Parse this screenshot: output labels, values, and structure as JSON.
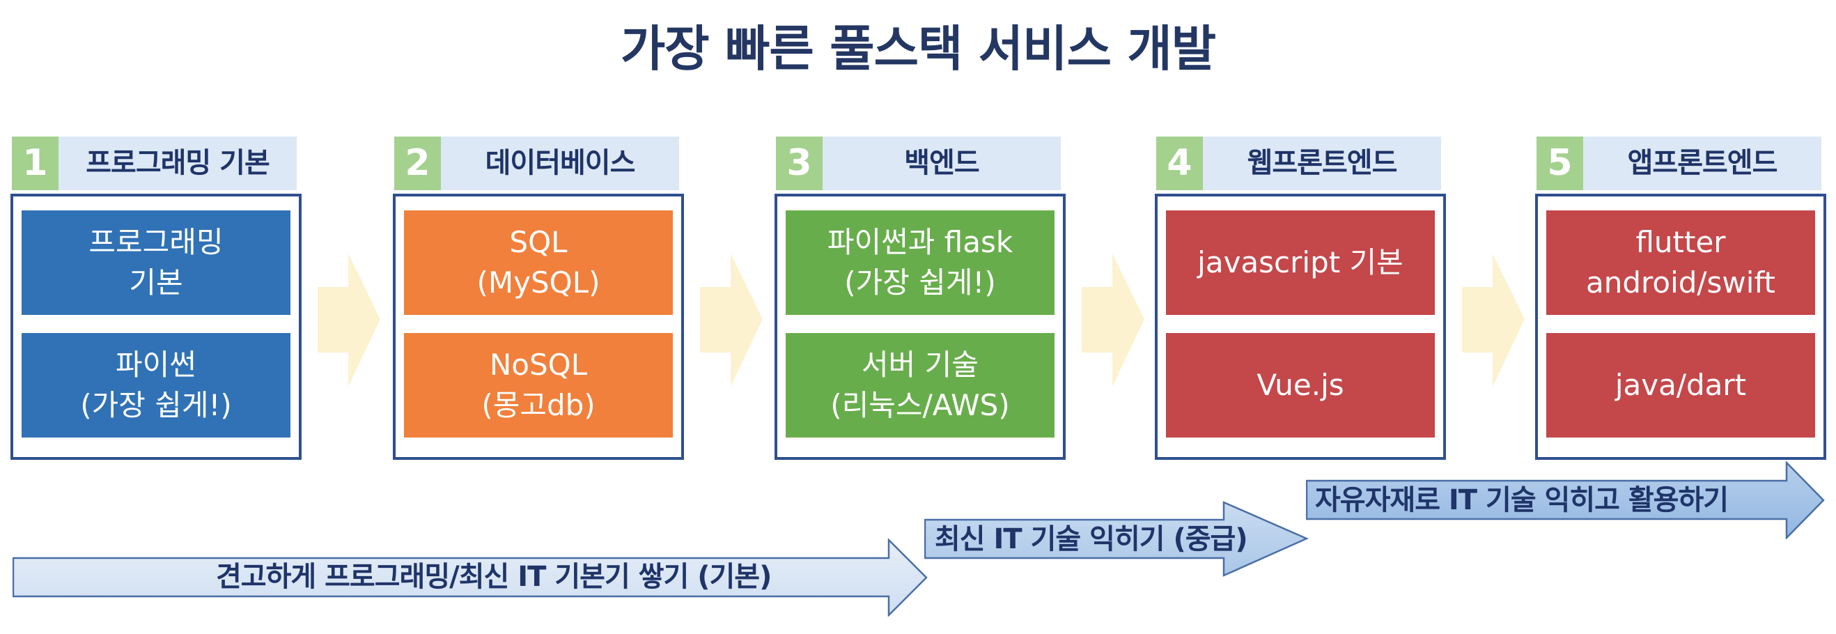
{
  "title": "가장 빠른 풀스택 서비스 개발",
  "colors": {
    "title": "#243763",
    "header_bg": "#dce8f5",
    "number_bg": "#a4d18e",
    "frame_border": "#2f4f8f",
    "step_arrow": "#fdf2cf",
    "progress_arrow_light": "#dbe7f5",
    "progress_arrow_mid": "#b7d0ec",
    "progress_arrow_dark": "#9dbfe6",
    "progress_arrow_border": "#4a6fa5"
  },
  "columns": [
    {
      "number": "1",
      "label": "프로그래밍 기본",
      "color": "#3072b5",
      "cards": [
        "프로그래밍\n기본",
        "파이썬\n(가장 쉽게!)"
      ]
    },
    {
      "number": "2",
      "label": "데이터베이스",
      "color": "#f0803c",
      "cards": [
        "SQL\n(MySQL)",
        "NoSQL\n(몽고db)"
      ]
    },
    {
      "number": "3",
      "label": "백엔드",
      "color": "#68ad4c",
      "cards": [
        "파이썬과 flask\n(가장 쉽게!)",
        "서버 기술\n(리눅스/AWS)"
      ]
    },
    {
      "number": "4",
      "label": "웹프론트엔드",
      "color": "#c4474a",
      "cards": [
        "javascript 기본",
        "Vue.js"
      ]
    },
    {
      "number": "5",
      "label": "앱프론트엔드",
      "color": "#c4474a",
      "cards": [
        "flutter\nandroid/swift",
        "java/dart"
      ]
    }
  ],
  "progress": [
    {
      "label": "견고하게 프로그래밍/최신 IT 기본기 쌓기 (기본)",
      "level": "기본"
    },
    {
      "label": "최신 IT 기술 익히기 (중급)",
      "level": "중급"
    },
    {
      "label": "자유자재로 IT 기술 익히고 활용하기",
      "level": ""
    }
  ]
}
